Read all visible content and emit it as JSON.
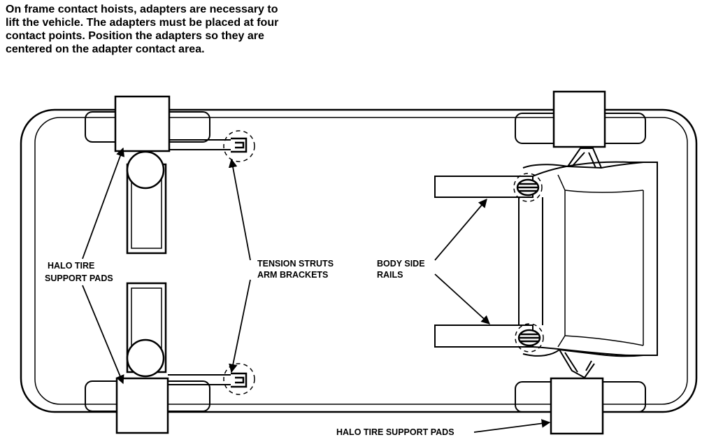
{
  "intro_lines": [
    "On frame contact hoists, adapters are necessary to",
    "lift the vehicle. The adapters must be placed at four",
    "contact points. Position the adapters so they are",
    "centered on the adapter contact area."
  ],
  "labels": {
    "halo_left": [
      "HALO TIRE",
      "SUPPORT PADS"
    ],
    "tension_struts": [
      "TENSION STRUTS",
      "ARM BRACKETS"
    ],
    "body_side_rails": [
      "BODY SIDE",
      "RAILS"
    ],
    "halo_bottom": "HALO TIRE SUPPORT PADS"
  }
}
